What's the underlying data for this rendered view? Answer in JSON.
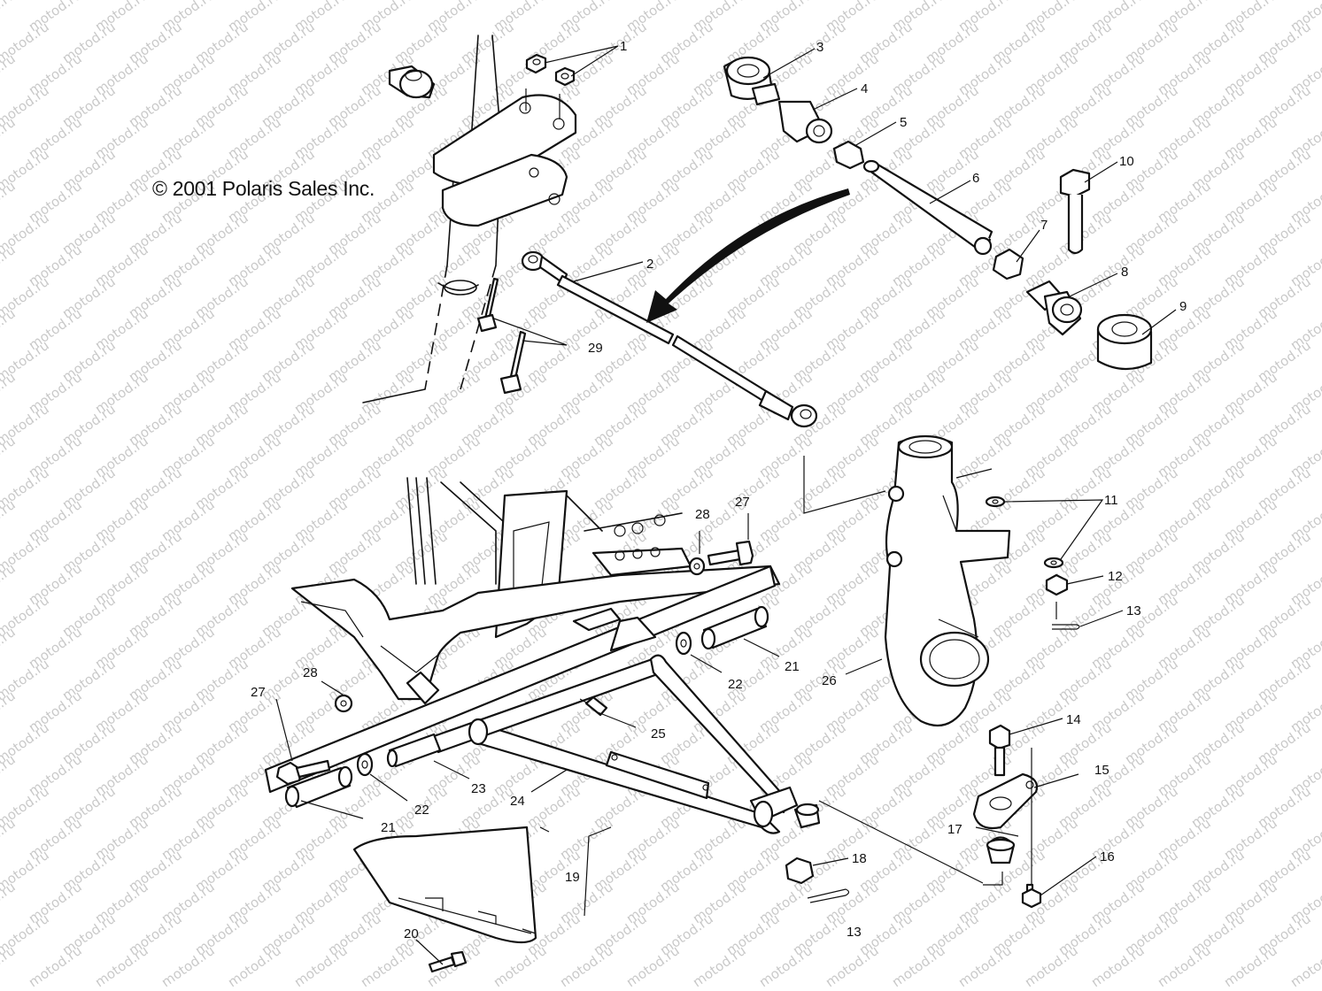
{
  "copyright": "© 2001 Polaris Sales Inc.",
  "watermark": "motod.ru",
  "callouts": [
    {
      "id": "c1",
      "label": "1"
    },
    {
      "id": "c2",
      "label": "2"
    },
    {
      "id": "c3",
      "label": "3"
    },
    {
      "id": "c4",
      "label": "4"
    },
    {
      "id": "c5",
      "label": "5"
    },
    {
      "id": "c6",
      "label": "6"
    },
    {
      "id": "c7",
      "label": "7"
    },
    {
      "id": "c8",
      "label": "8"
    },
    {
      "id": "c9",
      "label": "9"
    },
    {
      "id": "c10",
      "label": "10"
    },
    {
      "id": "c11",
      "label": "11"
    },
    {
      "id": "c12",
      "label": "12"
    },
    {
      "id": "c13a",
      "label": "13"
    },
    {
      "id": "c14",
      "label": "14"
    },
    {
      "id": "c15",
      "label": "15"
    },
    {
      "id": "c16",
      "label": "16"
    },
    {
      "id": "c17",
      "label": "17"
    },
    {
      "id": "c18",
      "label": "18"
    },
    {
      "id": "c13b",
      "label": "13"
    },
    {
      "id": "c19",
      "label": "19"
    },
    {
      "id": "c20",
      "label": "20"
    },
    {
      "id": "c21a",
      "label": "21"
    },
    {
      "id": "c21b",
      "label": "21"
    },
    {
      "id": "c22a",
      "label": "22"
    },
    {
      "id": "c22b",
      "label": "22"
    },
    {
      "id": "c23",
      "label": "23"
    },
    {
      "id": "c24",
      "label": "24"
    },
    {
      "id": "c25",
      "label": "25"
    },
    {
      "id": "c26",
      "label": "26"
    },
    {
      "id": "c27a",
      "label": "27"
    },
    {
      "id": "c27b",
      "label": "27"
    },
    {
      "id": "c28a",
      "label": "28"
    },
    {
      "id": "c28b",
      "label": "28"
    },
    {
      "id": "c29",
      "label": "29"
    }
  ]
}
